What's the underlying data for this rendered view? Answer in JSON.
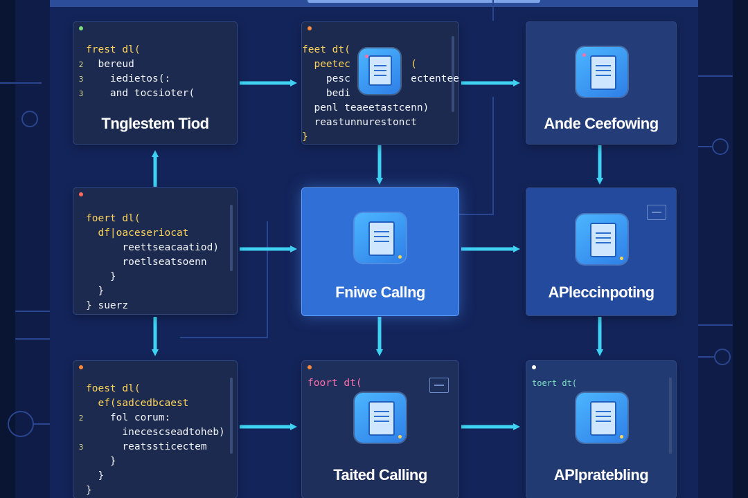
{
  "cards": {
    "top_left": {
      "label": "Tnglestem Tiod",
      "lines": [
        {
          "gutter": "",
          "text": "frest dl("
        },
        {
          "gutter": "2",
          "text": "  bereud"
        },
        {
          "gutter": "3",
          "text": "    iedietos(:"
        },
        {
          "gutter": "3",
          "text": "    and tocsioter("
        }
      ]
    },
    "top_mid": {
      "lines": [
        {
          "gutter": "",
          "text": "feet dt("
        },
        {
          "gutter": "",
          "text": "  peetec          ("
        },
        {
          "gutter": "",
          "text": "    pesc          ectenteen)"
        },
        {
          "gutter": "",
          "text": "    bedi"
        },
        {
          "gutter": "",
          "text": "  penl teaeetastcenn)"
        },
        {
          "gutter": "",
          "text": "  reastunnurestonct"
        },
        {
          "gutter": "",
          "text": "}"
        }
      ]
    },
    "top_right": {
      "label": "Ande Ceefowing"
    },
    "mid_left": {
      "label": "",
      "lines": [
        {
          "gutter": "",
          "text": "foert dl("
        },
        {
          "gutter": "",
          "text": "  df|oaceseriocat"
        },
        {
          "gutter": "",
          "text": "      reettseacaatiod)"
        },
        {
          "gutter": "",
          "text": "      roetlseatsoenn"
        },
        {
          "gutter": "",
          "text": "    }"
        },
        {
          "gutter": "",
          "text": "  }"
        },
        {
          "gutter": "",
          "text": "} suerz"
        }
      ]
    },
    "mid_mid": {
      "label": "Fniwe Callng"
    },
    "mid_right": {
      "label": "APleccinpoting"
    },
    "bot_left": {
      "lines": [
        {
          "gutter": "",
          "text": "foest dl("
        },
        {
          "gutter": "",
          "text": "  ef(sadcedbcaest"
        },
        {
          "gutter": "2",
          "text": "    fol corum:"
        },
        {
          "gutter": "",
          "text": "      inecescseadtoheb)"
        },
        {
          "gutter": "3",
          "text": "      reatssticectem"
        },
        {
          "gutter": "",
          "text": "    }"
        },
        {
          "gutter": "",
          "text": "  }"
        },
        {
          "gutter": "",
          "text": "}"
        }
      ]
    },
    "bot_mid": {
      "code": "foort dt(",
      "label": "Taited Calling"
    },
    "bot_right": {
      "code": "toert dt(",
      "label": "APlpratebling"
    }
  },
  "colors": {
    "accent_arrow": "#3fd2f2",
    "highlight_card": "#2f6fd6",
    "code_card": "#1b2a4e"
  },
  "icons": [
    "document-icon"
  ]
}
